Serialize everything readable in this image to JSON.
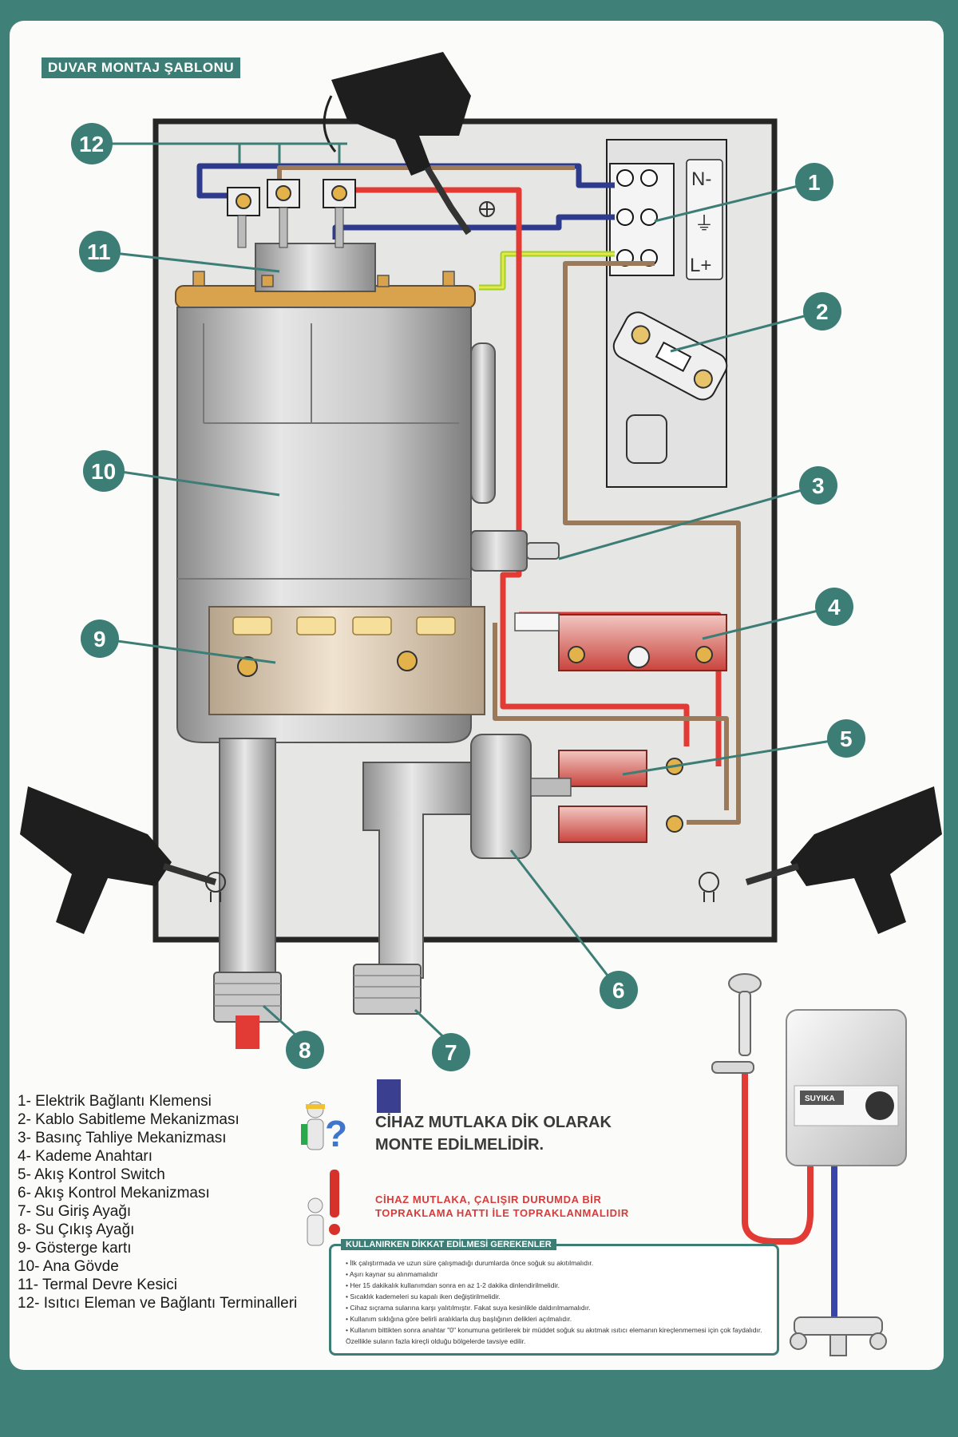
{
  "title": "DUVAR MONTAJ ŞABLONU",
  "terminal_signs": [
    "N-",
    "⏚",
    "L+"
  ],
  "callouts": [
    "1",
    "2",
    "3",
    "4",
    "5",
    "6",
    "7",
    "8",
    "9",
    "10",
    "11",
    "12"
  ],
  "legend": [
    "1- Elektrik Bağlantı Klemensi",
    "2- Kablo Sabitleme  Mekanizması",
    "3- Basınç Tahliye Mekanizması",
    "4- Kademe Anahtarı",
    "5- Akış Kontrol Switch",
    "6- Akış Kontrol Mekanizması",
    "7- Su Giriş Ayağı",
    "8- Su Çıkış Ayağı",
    "9- Gösterge kartı",
    "10- Ana Gövde",
    "11- Termal Devre Kesici",
    "12- Isıtıcı Eleman ve Bağlantı Terminalleri"
  ],
  "warning_install": [
    "CİHAZ MUTLAKA DİK OLARAK",
    "MONTE EDİLMELİDİR."
  ],
  "warning_ground": [
    "CİHAZ MUTLAKA, ÇALIŞIR DURUMDA BİR",
    "TOPRAKLAMA HATTI İLE TOPRAKLANMALIDIR"
  ],
  "notes": {
    "title": "KULLANIRKEN DİKKAT EDİLMESİ GEREKENLER",
    "items": [
      "İlk çalıştırmada ve uzun süre çalışmadığı durumlarda önce soğuk su akıtılmalıdır.",
      "Aşırı kaynar su alınmamalıdır",
      "Her 15 dakikalık kullanımdan sonra en az 1-2 dakika dinlendirilmelidir.",
      "Sıcaklık kademeleri su kapalı iken değiştirilmelidir.",
      "Cihaz sıçrama sularına karşı yalıtılmıştır. Fakat suya kesinlikle daldırılmamalıdır.",
      "Kullanım sıklığına göre belirli aralıklarla duş başlığının delikleri açılmalıdır.",
      "Kullanım bittikten sonra anahtar \"0\" konumuna getirilerek bir müddet soğuk su akıtmak ısıtıcı elemanın kireçlenmemesi için çok faydalıdır. Özellikle suların fazla kireçli olduğu bölgelerde tavsiye edilir."
    ]
  },
  "product_brand": "SUYIKA",
  "colors": {
    "teal": "#3c7d76",
    "wire_red": "#e23b35",
    "wire_blue": "#2e3a8c",
    "wire_brown": "#9b7a5c",
    "wire_green": "#9fd12a",
    "out_marker": "#e23b35",
    "in_marker": "#3b3f8f"
  }
}
